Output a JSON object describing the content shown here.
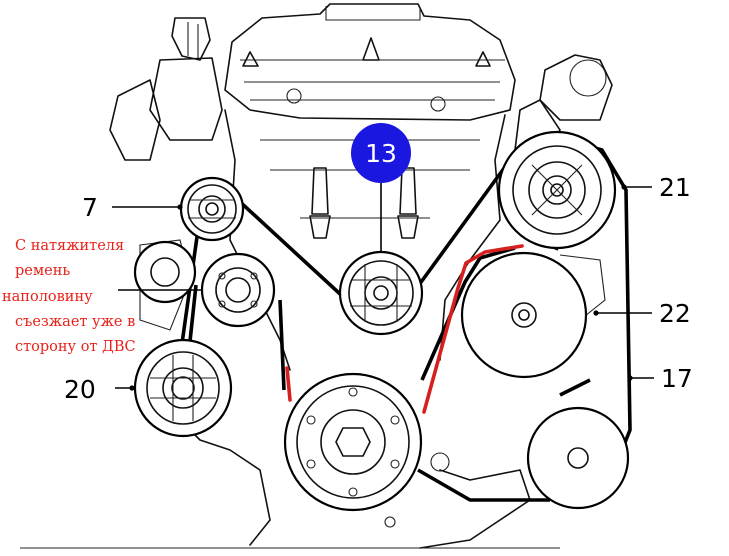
{
  "labels": {
    "l7": "7",
    "l13": "13",
    "l20": "20",
    "l21": "21",
    "l22": "22",
    "l17": "17"
  },
  "note": {
    "lines": [
      "С натяжителя",
      "ремень",
      "наполовину",
      "съезжает уже в",
      "сторону от ДВС"
    ]
  },
  "colors": {
    "note_text": "#e8211a",
    "highlight": "#d61f1f",
    "badge": "#1a17e0",
    "belt": "#000000"
  }
}
